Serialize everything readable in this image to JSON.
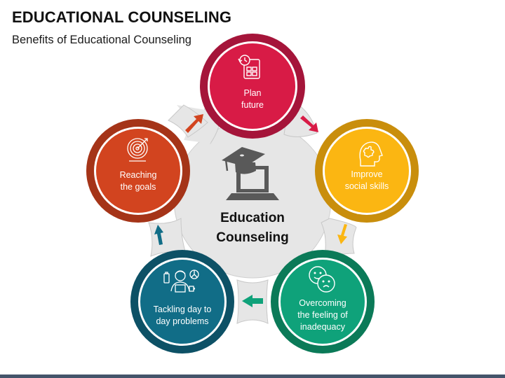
{
  "header": {
    "title": "EDUCATIONAL COUNSELING",
    "subtitle": "Benefits of Educational Counseling"
  },
  "center": {
    "icon": "graduation-cap-laptop-icon",
    "label_line1": "Education",
    "label_line2": "Counseling"
  },
  "nodes": [
    {
      "id": "plan-future",
      "icon": "calendar-clock-icon",
      "lines": [
        "Plan",
        "future"
      ],
      "fill": "#d81b46",
      "ring": "#a5153a"
    },
    {
      "id": "improve-social-skills",
      "icon": "head-puzzle-icon",
      "lines": [
        "Improve",
        "social skills"
      ],
      "fill": "#fbb612",
      "ring": "#c98e0c"
    },
    {
      "id": "overcoming-inadequacy",
      "icon": "happy-sad-faces-icon",
      "lines": [
        "Overcoming",
        "the feeling of",
        "inadequacy"
      ],
      "fill": "#0fa27a",
      "ring": "#0b7a58"
    },
    {
      "id": "tackling-problems",
      "icon": "stressed-person-laptop-icon",
      "lines": [
        "Tackling day to",
        "day problems"
      ],
      "fill": "#116d87",
      "ring": "#0d5166"
    },
    {
      "id": "reaching-goals",
      "icon": "target-arrow-icon",
      "lines": [
        "Reaching",
        "the goals"
      ],
      "fill": "#d2441f",
      "ring": "#a53418"
    }
  ],
  "arrows": [
    {
      "from": "reaching-goals",
      "to": "plan-future",
      "color": "#d2441f"
    },
    {
      "from": "plan-future",
      "to": "improve-social-skills",
      "color": "#d81b46"
    },
    {
      "from": "improve-social-skills",
      "to": "overcoming-inadequacy",
      "color": "#fbb612"
    },
    {
      "from": "overcoming-inadequacy",
      "to": "tackling-problems",
      "color": "#0fa27a"
    },
    {
      "from": "tackling-problems",
      "to": "reaching-goals",
      "color": "#116d87"
    }
  ],
  "footer": {
    "bar_color": "#44546a"
  }
}
